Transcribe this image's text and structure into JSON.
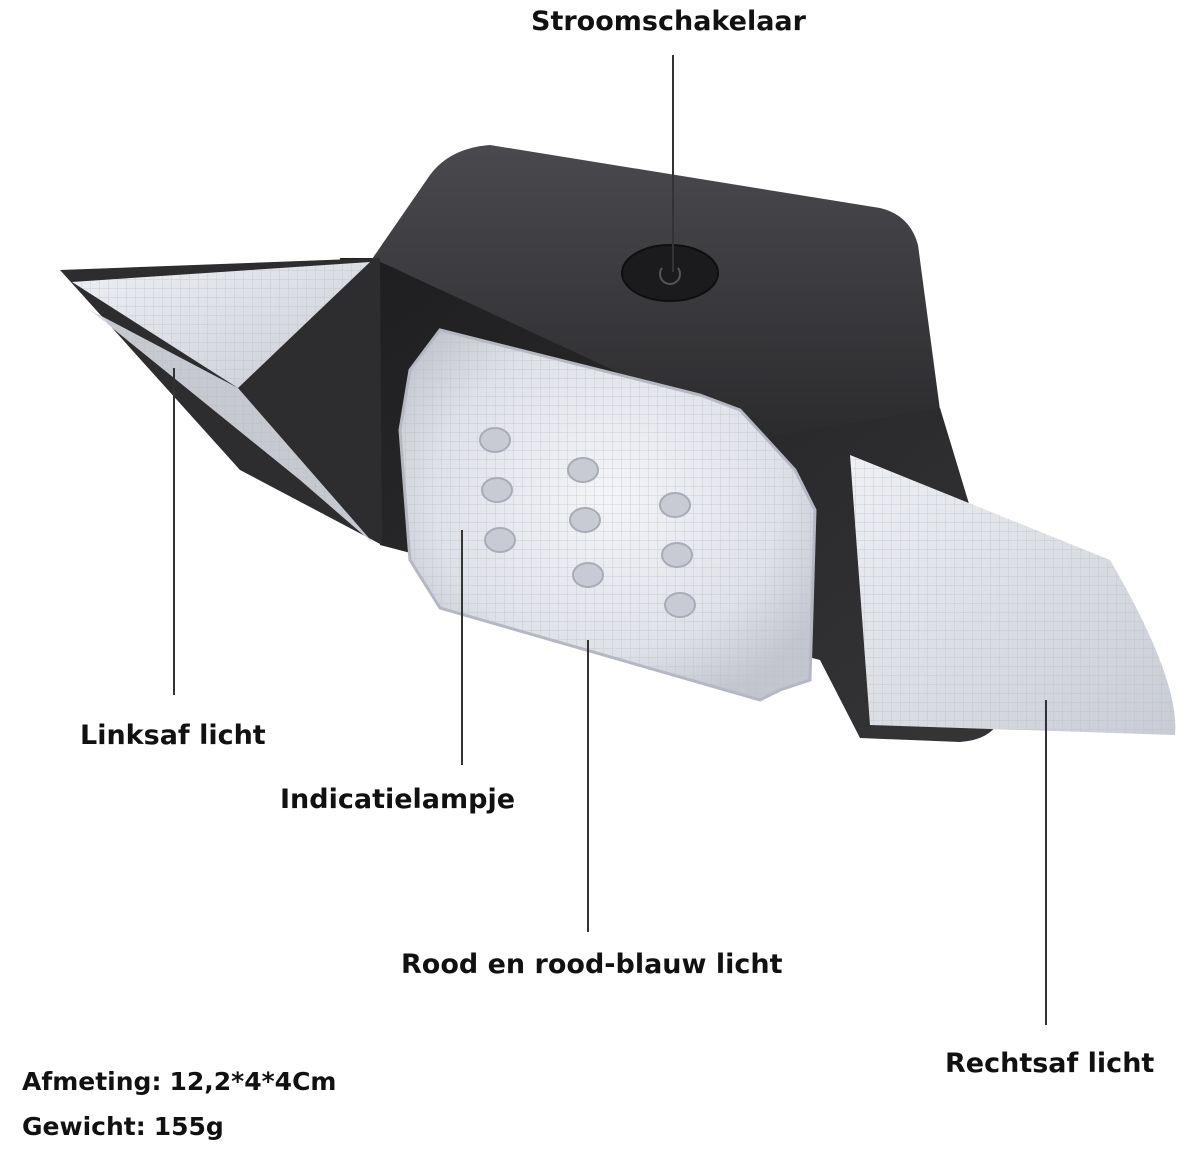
{
  "callouts": {
    "power_switch": "Stroomschakelaar",
    "left_turn": "Linksaf licht",
    "indicator": "Indicatielampje",
    "red_blue": "Rood en rood-blauw licht",
    "right_turn": "Rechtsaf licht"
  },
  "specs": {
    "size_label": "Afmeting:",
    "size_value": "12,2*4*4Cm",
    "weight_label": "Gewicht:",
    "weight_value": "155g"
  },
  "colors": {
    "housing": "#2a2a2c",
    "housing_top": "#3a3a3d",
    "lens": "#e6e8ee",
    "lens_shadow": "#b9bcc6",
    "leader_line": "#333333",
    "text": "#111111"
  }
}
